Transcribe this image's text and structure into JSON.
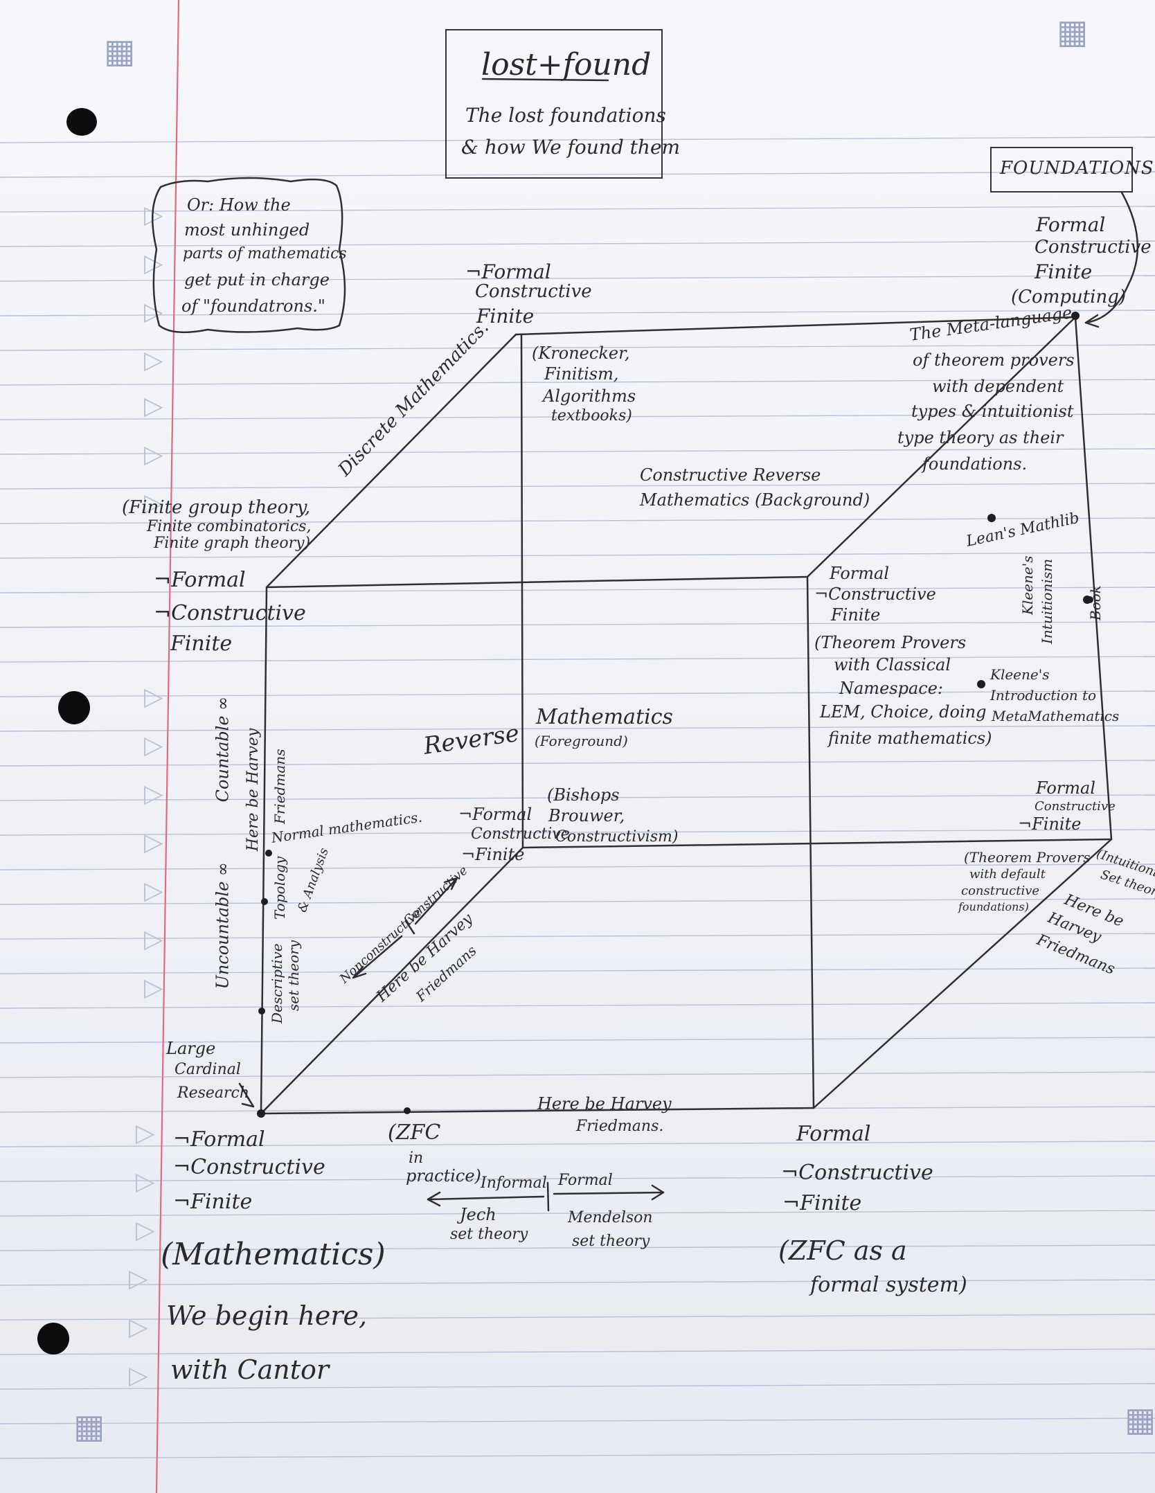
{
  "title": {
    "main": "lost+found",
    "subtitle_line1": "The lost foundations",
    "subtitle_line2": "& how We found them"
  },
  "foundations_box": "FOUNDATIONS",
  "aside_note": [
    "Or: How the",
    "most unhinged",
    "parts of mathematics",
    "get put in charge",
    "of \"foundatrons.\""
  ],
  "vertices": {
    "back_top_left": [
      "¬Formal",
      "Constructive",
      "Finite"
    ],
    "back_top_left_note": [
      "(Kronecker,",
      "Finitism,",
      "Algorithms",
      "textbooks)"
    ],
    "back_top_right": [
      "Formal",
      "Constructive",
      "Finite",
      "(Computing)"
    ],
    "front_top_left_note": [
      "(Finite group theory,",
      "Finite combinatorics,",
      "Finite graph theory)"
    ],
    "front_top_left": [
      "¬Formal",
      "¬Constructive",
      "Finite"
    ],
    "front_top_right": [
      "Formal",
      "¬Constructive",
      "Finite"
    ],
    "front_top_right_note": [
      "(Theorem Provers",
      "with Classical",
      "Namespace:",
      "LEM, Choice, doing",
      "finite mathematics)"
    ],
    "back_bottom_left": [
      "¬Formal",
      "Constructive",
      "¬Finite"
    ],
    "back_bottom_left_note": [
      "(Bishops",
      "Brouwer,",
      "Constructivism)"
    ],
    "back_bottom_right": [
      "Formal",
      "Constructive",
      "¬Finite"
    ],
    "back_bottom_right_note": [
      "(Theorem Provers",
      "with default",
      "constructive",
      "foundations)"
    ],
    "intuitionist_note": [
      "(Intuitionist",
      "Set theory)"
    ],
    "front_bottom_left": [
      "¬Formal",
      "¬Constructive",
      "¬Finite"
    ],
    "front_bottom_right": [
      "Formal",
      "¬Constructive",
      "¬Finite"
    ],
    "front_bottom_right_note": [
      "(ZFC as a",
      "formal system)"
    ]
  },
  "edges": {
    "discrete": "Discrete Mathematics.",
    "reverse": "Reverse",
    "mathematics": "Mathematics",
    "foreground": "(Foreground)",
    "constructive_reverse_1": "Constructive Reverse",
    "constructive_reverse_2": "Mathematics (Background)",
    "meta_language": [
      "The Meta-language",
      "of theorem provers",
      "with dependent",
      "types & intuitionist",
      "type theory as their",
      "foundations."
    ],
    "bottom_harvey_1": "Here be Harvey",
    "bottom_harvey_2": "Friedmans.",
    "right_harvey": [
      "Here be",
      "Harvey",
      "Friedmans"
    ],
    "diag_harvey_1": "Here be Harvey",
    "diag_harvey_2": "Friedmans",
    "nonconstructive": "Nonconstructive",
    "constructive": "Constructive"
  },
  "left_edge": {
    "uncountable": "Uncountable ∞",
    "countable": "Countable ∞",
    "harvey": "Here be Harvey",
    "friedmans": "Friedmans",
    "normal": "Normal mathematics.",
    "topology": "Topology",
    "analysis": "& Analysis",
    "descriptive": "Descriptive",
    "set_theory": "set theory",
    "large_cardinal": [
      "Large",
      "Cardinal",
      "Research"
    ]
  },
  "points": {
    "leans_mathlib": "Lean's Mathlib",
    "kleene_intuitionism_1": "Kleene's",
    "kleene_intuitionism_2": "Intuitionism",
    "book": "Book",
    "kleene_meta": [
      "Kleene's",
      "Introduction to",
      "MetaMathematics"
    ]
  },
  "zfc_practice": [
    "(ZFC",
    "in",
    "practice)"
  ],
  "informal_formal": {
    "informal": "Informal",
    "formal": "Formal",
    "jech_1": "Jech",
    "jech_2": "set theory",
    "mendelson_1": "Mendelson",
    "mendelson_2": "set theory"
  },
  "footer_notes": {
    "mathematics": "(Mathematics)",
    "begin_1": "We begin here,",
    "begin_2": "with Cantor"
  },
  "colors": {
    "ink": "#2a2a2e",
    "rule": "#b9c1d9",
    "margin": "#e06a82",
    "paper": "#f3f4f8"
  }
}
